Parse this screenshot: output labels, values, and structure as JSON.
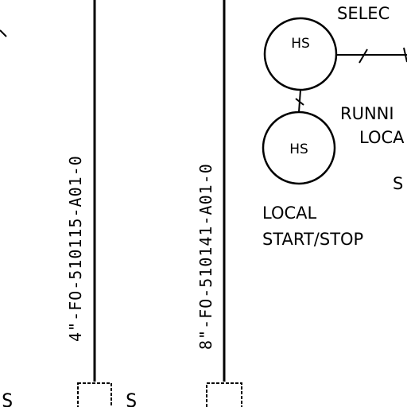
{
  "pipes": [
    {
      "tag": "4\"-FO-510115-A01-0"
    },
    {
      "tag": "8\"-FO-510141-A01-0"
    }
  ],
  "instruments": [
    {
      "tag": "HS",
      "function": "SELEC"
    },
    {
      "tag": "HS",
      "function": "LOCAL START/STOP"
    }
  ],
  "notes": {
    "selec": "SELEC",
    "running": "RUNNI",
    "loca": "LOCA",
    "s_fragment": "S",
    "local": "LOCAL",
    "start_stop": "START/STOP"
  },
  "edge_marks": [
    "S",
    "S"
  ]
}
